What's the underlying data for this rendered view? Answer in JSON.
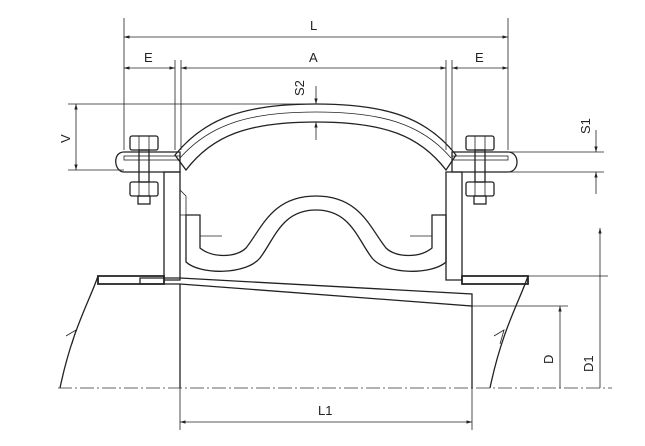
{
  "diagram": {
    "labels": {
      "L": "L",
      "A": "A",
      "E_left": "E",
      "E_right": "E",
      "S2": "S2",
      "S1": "S1",
      "V": "V",
      "D": "D",
      "D1": "D1",
      "L1": "L1"
    },
    "colors": {
      "line": "#222222",
      "background": "#ffffff"
    }
  }
}
